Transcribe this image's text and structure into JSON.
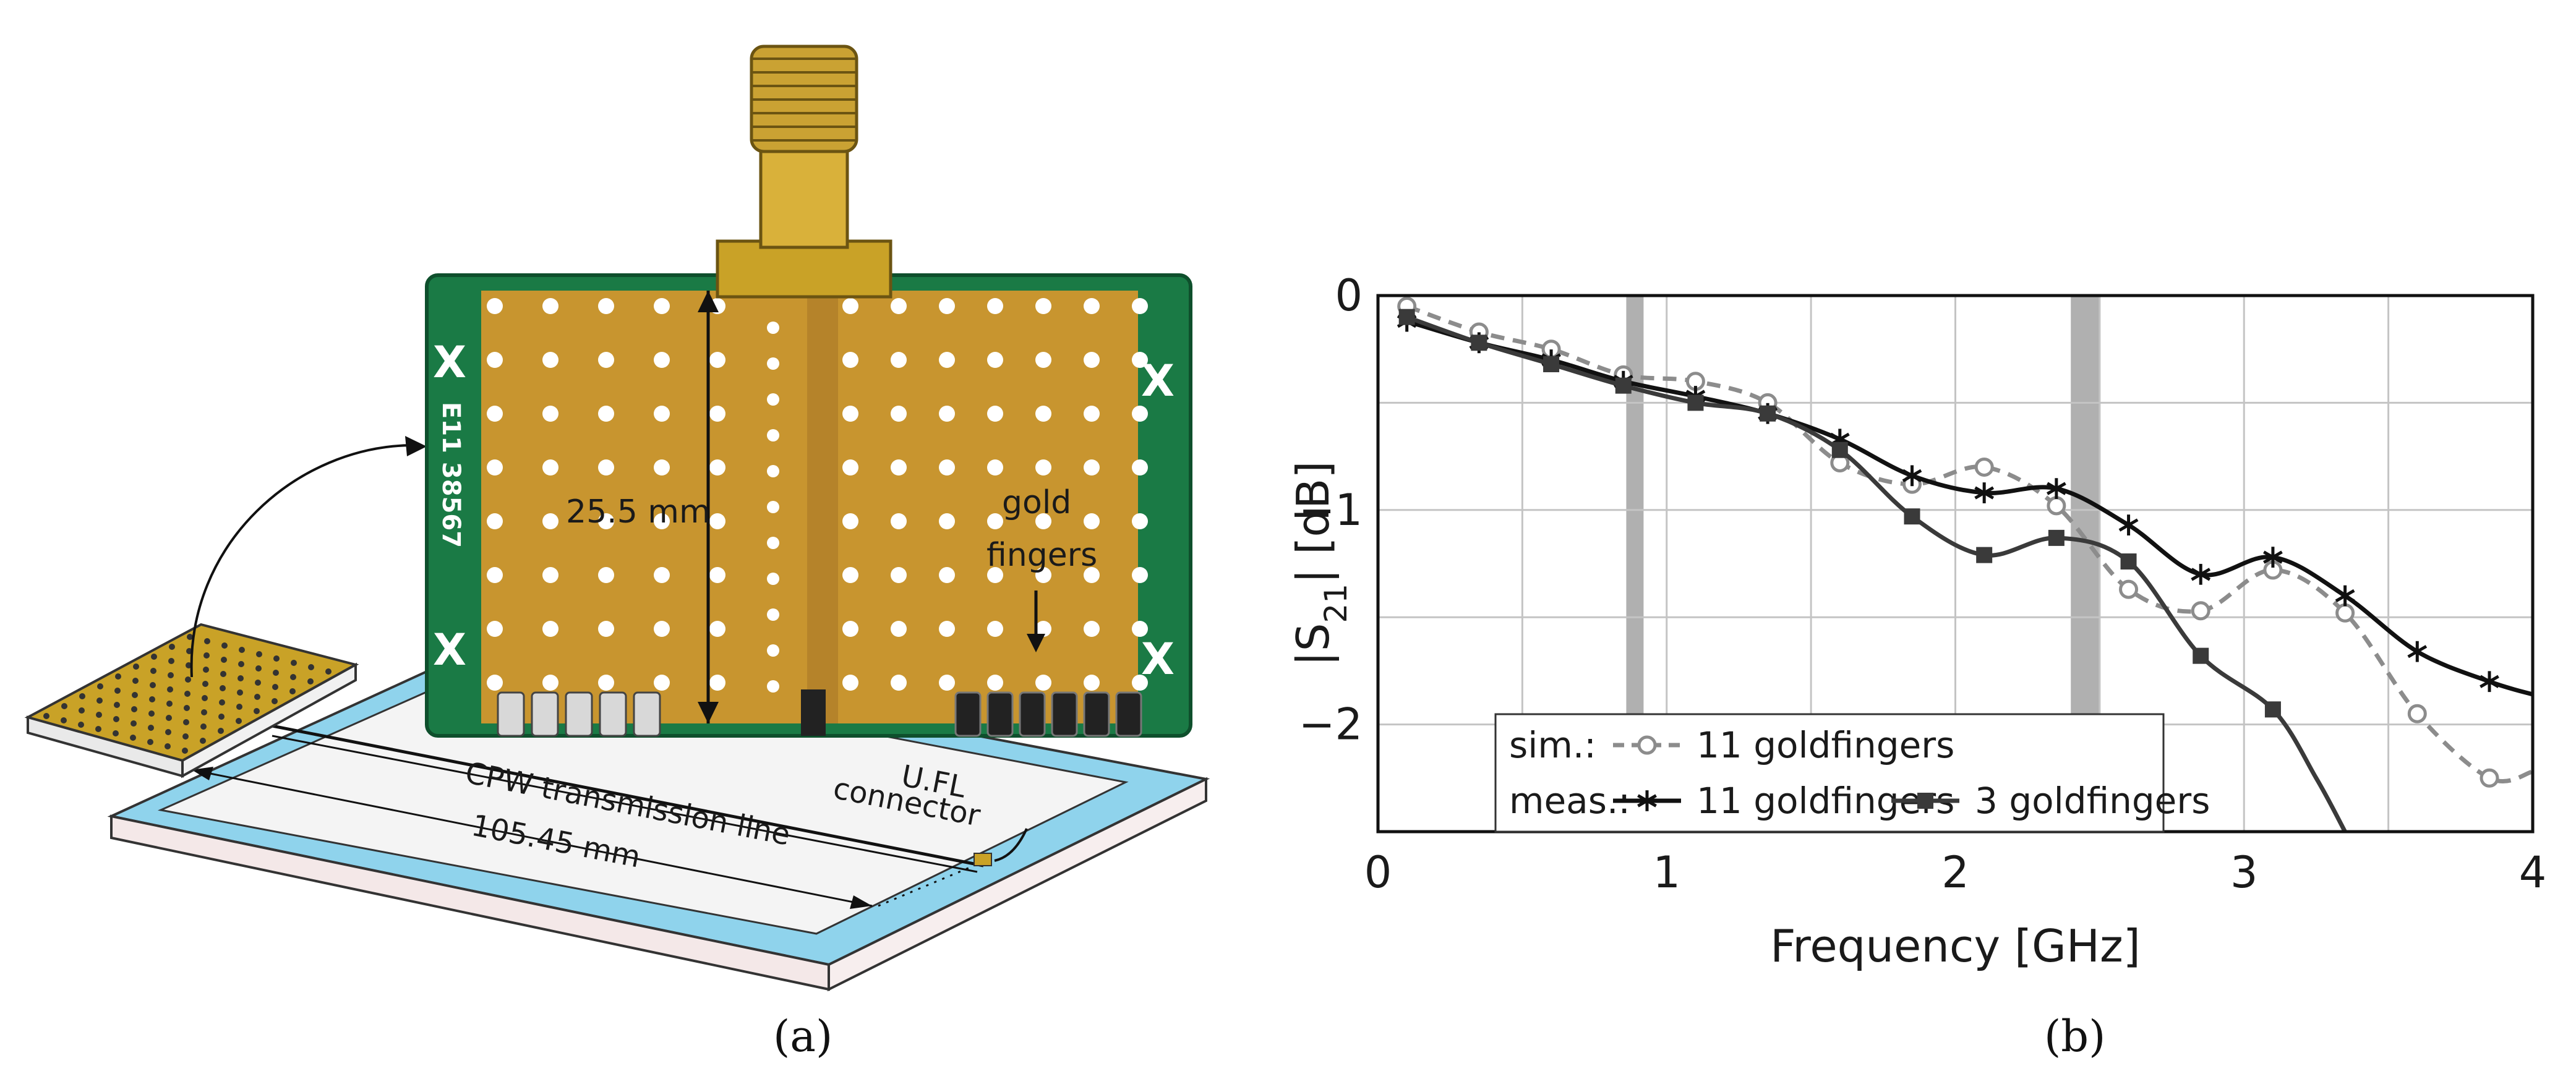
{
  "panel_a": {
    "dim_label": "25.5 mm",
    "gold_label_1": "gold",
    "gold_label_2": "fingers",
    "silk_text": "E11 38567",
    "cpw_label": "CPW transmission line",
    "length_label": "105.45 mm",
    "ufl_label_1": "U.FL",
    "ufl_label_2": "connector",
    "caption": "(a)"
  },
  "panel_b": {
    "caption": "(b)"
  },
  "chart_data": {
    "type": "line",
    "xlabel": "Frequency [GHz]",
    "ylabel_main": "|S",
    "ylabel_sub": "21",
    "ylabel_tail": "| [dB]",
    "xlim": [
      0,
      4
    ],
    "ylim": [
      -2.5,
      0
    ],
    "xticks": [
      0,
      1,
      2,
      3,
      4
    ],
    "yticks": [
      0,
      -1,
      -2
    ],
    "xtick_labels": [
      "0",
      "1",
      "2",
      "3",
      "4"
    ],
    "ytick_labels": [
      "0",
      "−1",
      "−2"
    ],
    "grid": true,
    "shaded_bands": [
      [
        0.86,
        0.92
      ],
      [
        2.4,
        2.5
      ]
    ],
    "legend": {
      "position": "bottom-left",
      "sim_label": "sim.:",
      "meas_label": "meas.:"
    },
    "series": [
      {
        "name": "11 goldfingers",
        "group": "sim.",
        "color": "#8c8c8c",
        "dashed": true,
        "marker": "circle",
        "x": [
          0.1,
          0.35,
          0.6,
          0.85,
          1.1,
          1.35,
          1.6,
          1.85,
          2.1,
          2.35,
          2.6,
          2.85,
          3.1,
          3.35,
          3.6,
          3.85,
          4.0
        ],
        "y": [
          -0.05,
          -0.17,
          -0.25,
          -0.37,
          -0.4,
          -0.5,
          -0.78,
          -0.88,
          -0.8,
          -0.98,
          -1.37,
          -1.47,
          -1.28,
          -1.48,
          -1.95,
          -2.25,
          -2.22
        ],
        "marker_x": [
          0.1,
          0.35,
          0.6,
          0.85,
          1.1,
          1.35,
          1.6,
          1.85,
          2.1,
          2.35,
          2.6,
          2.85,
          3.1,
          3.35,
          3.6,
          3.85
        ],
        "marker_y": [
          -0.05,
          -0.17,
          -0.25,
          -0.37,
          -0.4,
          -0.5,
          -0.78,
          -0.88,
          -0.8,
          -0.98,
          -1.37,
          -1.47,
          -1.28,
          -1.48,
          -1.95,
          -2.25
        ]
      },
      {
        "name": "11 goldfingers",
        "group": "meas.",
        "color": "#111111",
        "dashed": false,
        "marker": "star",
        "x": [
          0.1,
          0.35,
          0.6,
          0.85,
          1.1,
          1.35,
          1.6,
          1.85,
          2.1,
          2.35,
          2.6,
          2.85,
          3.1,
          3.35,
          3.6,
          3.85,
          4.0
        ],
        "y": [
          -0.12,
          -0.22,
          -0.3,
          -0.4,
          -0.47,
          -0.55,
          -0.67,
          -0.84,
          -0.92,
          -0.9,
          -1.07,
          -1.3,
          -1.22,
          -1.4,
          -1.66,
          -1.8,
          -1.86
        ],
        "marker_x": [
          0.1,
          0.35,
          0.6,
          0.85,
          1.1,
          1.35,
          1.6,
          1.85,
          2.1,
          2.35,
          2.6,
          2.85,
          3.1,
          3.35,
          3.6,
          3.85
        ],
        "marker_y": [
          -0.12,
          -0.22,
          -0.3,
          -0.4,
          -0.47,
          -0.55,
          -0.67,
          -0.84,
          -0.92,
          -0.9,
          -1.07,
          -1.3,
          -1.22,
          -1.4,
          -1.66,
          -1.8
        ]
      },
      {
        "name": "3 goldfingers",
        "group": "meas.",
        "color": "#3a3a3a",
        "dashed": false,
        "marker": "square",
        "x": [
          0.1,
          0.35,
          0.6,
          0.85,
          1.1,
          1.35,
          1.6,
          1.85,
          2.1,
          2.35,
          2.6,
          2.85,
          3.1,
          3.25,
          3.35
        ],
        "y": [
          -0.1,
          -0.22,
          -0.32,
          -0.42,
          -0.5,
          -0.55,
          -0.72,
          -1.03,
          -1.21,
          -1.13,
          -1.24,
          -1.68,
          -1.93,
          -2.25,
          -2.5
        ],
        "marker_x": [
          0.1,
          0.35,
          0.6,
          0.85,
          1.1,
          1.35,
          1.6,
          1.85,
          2.1,
          2.35,
          2.6,
          2.85,
          3.1
        ],
        "marker_y": [
          -0.1,
          -0.22,
          -0.32,
          -0.42,
          -0.5,
          -0.55,
          -0.72,
          -1.03,
          -1.21,
          -1.13,
          -1.24,
          -1.68,
          -1.93
        ]
      }
    ]
  }
}
